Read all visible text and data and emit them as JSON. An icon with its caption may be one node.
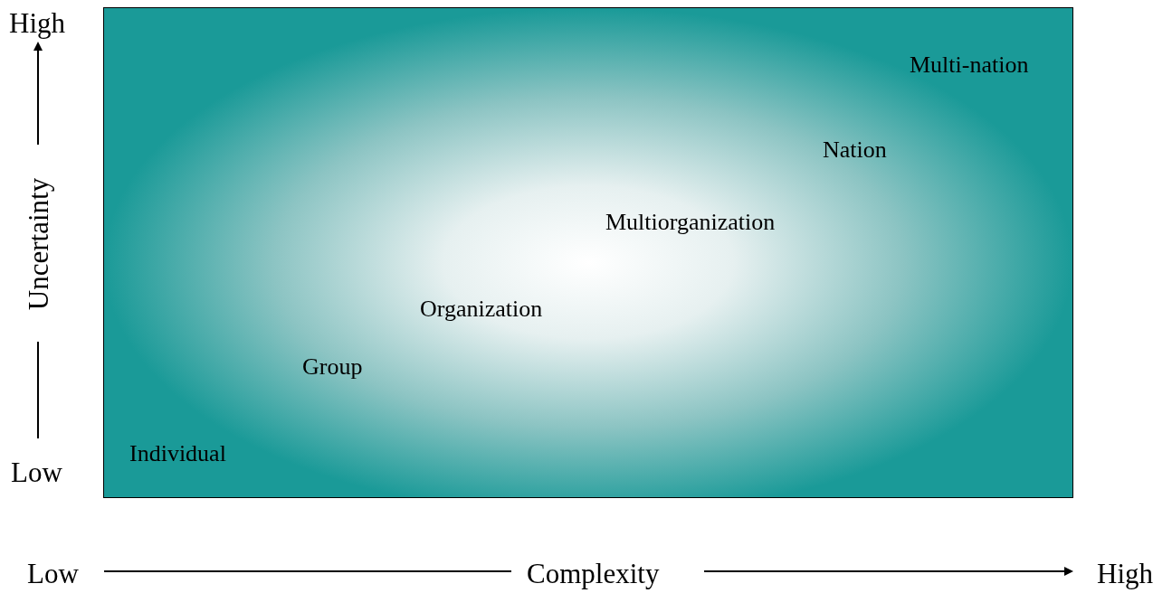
{
  "diagram": {
    "nodes": [
      {
        "text": [
          "Multi-nation",
          "Nation",
          "Multiorganization",
          "Organization",
          "Group",
          "Individual"
        ]
      }
    ],
    "labels": [
      "High",
      "Uncertainty",
      "Low",
      "Low",
      "Complexity",
      "High"
    ]
  }
}
